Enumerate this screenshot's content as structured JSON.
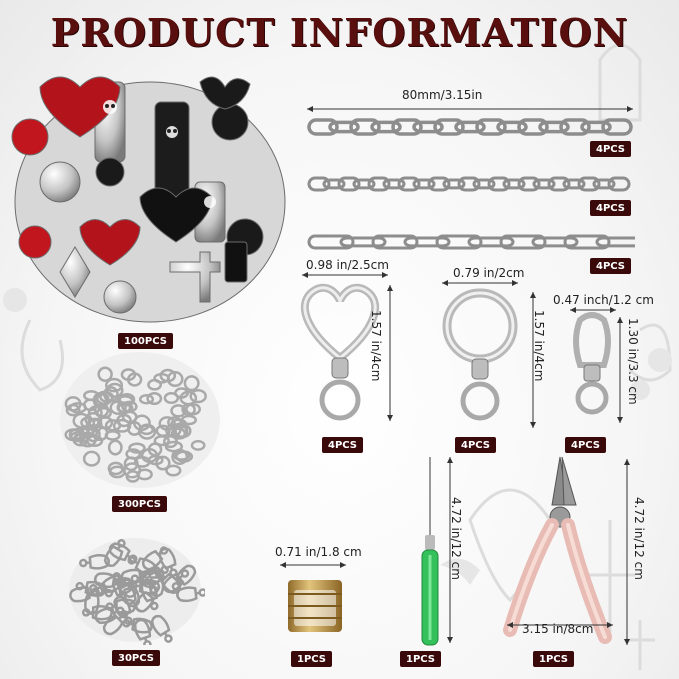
{
  "title": "PRODUCT INFORMATION",
  "chains": {
    "length_label": "80mm/3.15in",
    "items": [
      {
        "qty": "4PCS"
      },
      {
        "qty": "4PCS"
      },
      {
        "qty": "4PCS"
      }
    ]
  },
  "clasps": [
    {
      "width_label": "0.98 in/2.5cm",
      "height_label": "1.57 in/4cm",
      "qty": "4PCS"
    },
    {
      "width_label": "0.79 in/2cm",
      "height_label": "1.57 in/4cm",
      "qty": "4PCS"
    },
    {
      "width_label": "0.47 inch/1.2 cm",
      "height_label": "1.30 in/3.3 cm",
      "qty": "4PCS"
    }
  ],
  "left_items": [
    {
      "name": "charms",
      "qty": "100PCS"
    },
    {
      "name": "jump-rings",
      "qty": "300PCS"
    },
    {
      "name": "lobster-clasps",
      "qty": "30PCS"
    }
  ],
  "tools": {
    "ring": {
      "width_label": "0.71 in/1.8 cm",
      "qty": "1PCS"
    },
    "awl": {
      "height_label": "4.72 in/12 cm",
      "qty": "1PCS"
    },
    "pliers": {
      "width_label": "3.15 in/8cm",
      "height_label": "4.72 in/12 cm",
      "qty": "1PCS"
    }
  },
  "colors": {
    "title": "#5a0f0f",
    "badge": "#3a0909",
    "silver": "#c8c8c8",
    "red_enamel": "#b3141b",
    "gold": "#c9a45a",
    "green_handle": "#34c05a",
    "pink_handle": "#e8bcb4"
  }
}
